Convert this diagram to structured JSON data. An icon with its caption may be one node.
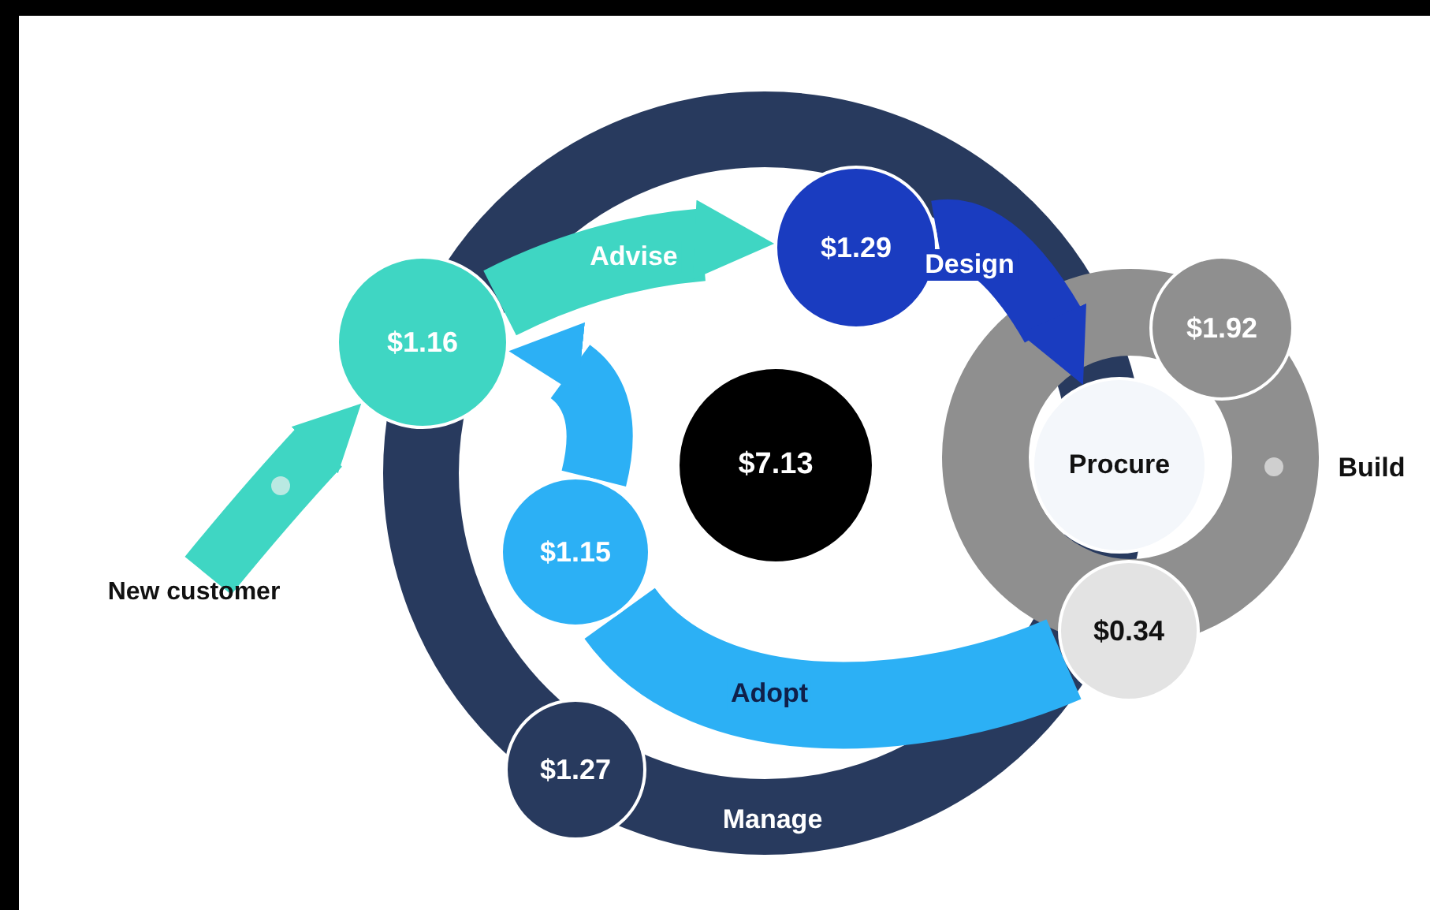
{
  "diagram": {
    "nodes": [
      {
        "text": [
          "New customer"
        ]
      },
      {
        "text": [
          "$1.16"
        ]
      },
      {
        "text": [
          "$1.29"
        ]
      },
      {
        "text": [
          "$7.13"
        ]
      },
      {
        "text": [
          "$1.92"
        ]
      },
      {
        "text": [
          "Procure"
        ]
      },
      {
        "text": [
          "$0.34"
        ]
      },
      {
        "text": [
          "$1.15"
        ]
      },
      {
        "text": [
          "$1.27"
        ]
      }
    ],
    "edges": [
      {
        "from": 0,
        "to": 1,
        "arrow": "to",
        "color": "#3fd6c3"
      },
      {
        "from": 1,
        "to": 2,
        "arrow": "to",
        "label": "Advise",
        "color": "#3fd6c3"
      },
      {
        "from": 2,
        "to": 5,
        "arrow": "to",
        "label": "Design",
        "color": "#1a3cc0"
      },
      {
        "from": 6,
        "to": 7,
        "arrow": "none",
        "label": "Adopt",
        "color": "#2cb0f5"
      },
      {
        "from": 7,
        "to": 1,
        "arrow": "to",
        "color": "#2cb0f5"
      }
    ],
    "labels": [
      "Build",
      "Manage"
    ]
  }
}
